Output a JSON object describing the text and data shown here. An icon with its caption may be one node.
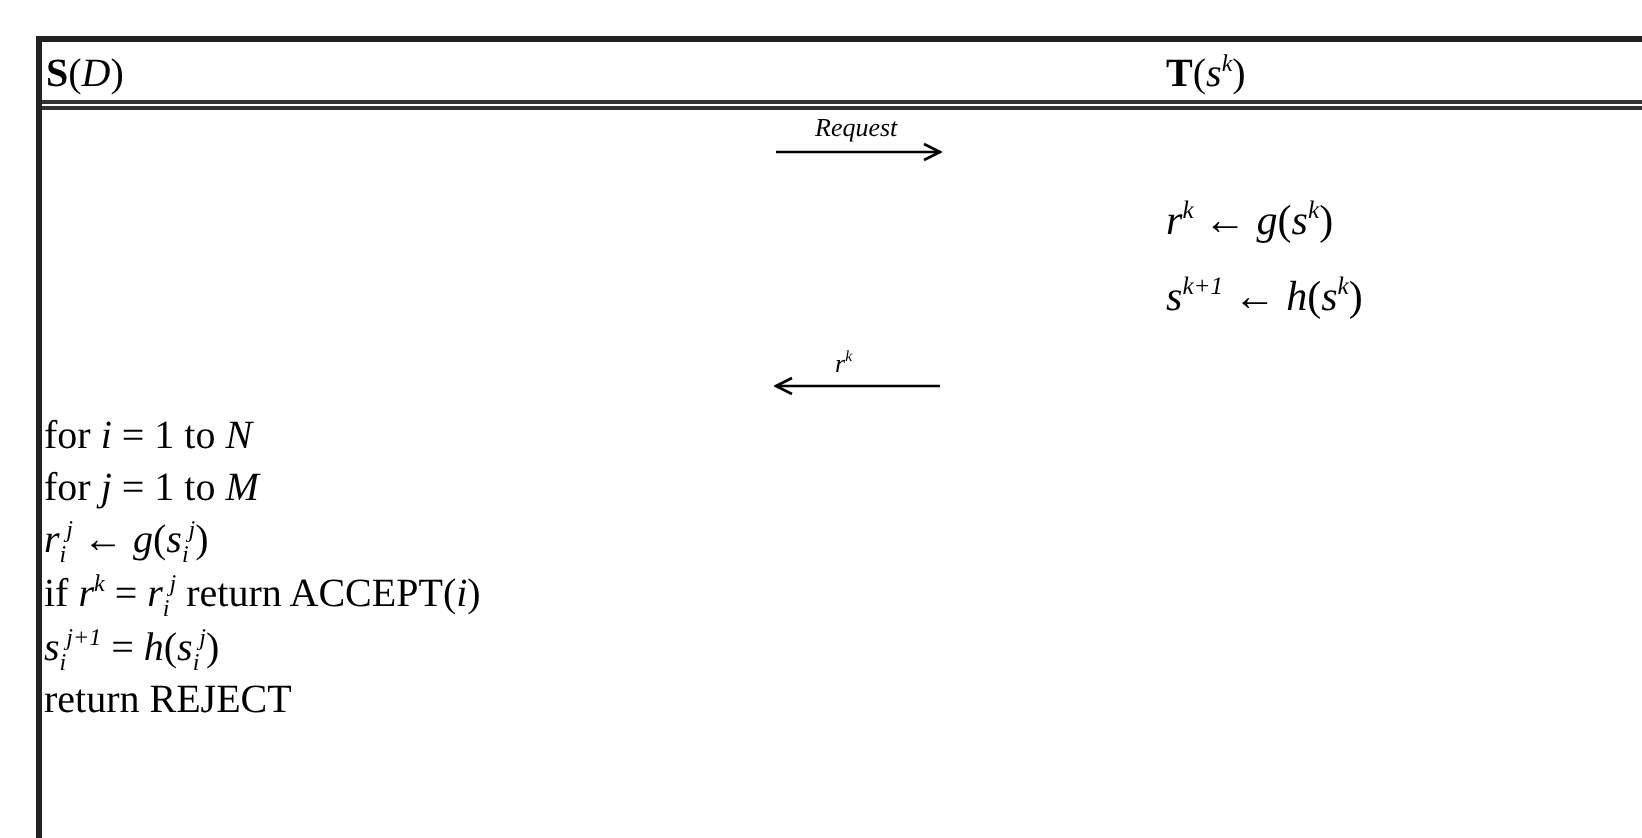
{
  "diagram": {
    "nodes": [
      {
        "text": [
          "**S**(*D*)"
        ]
      },
      {
        "text": [
          "**T**(*s*$^{k}$)"
        ]
      }
    ],
    "edges": [
      {
        "from": 0,
        "to": 1,
        "arrow": "to",
        "label": "Request"
      },
      {
        "from": 1,
        "to": 0,
        "arrow": "to",
        "label": "*r*$^{k}$"
      }
    ],
    "labels": [
      "*r*$^{k}$ ← *g*(*s*$^{k}$)",
      "*s*$^{k+1}$ ← *h*(*s*$^{k}$)",
      "for *i* = 1 to *N*",
      "for *j* = 1 to *M*",
      "*r*$_{i}$$^{j}$ ← *g*(*s*$_{i}$$^{j}$)",
      "if *r*$^{k}$ = *r*$_{i}$$^{j}$ return ACCEPT(*i*)",
      "*s*$_{i}$$^{j+1}$ = *h*(*s*$_{i}$$^{j}$)",
      "return REJECT"
    ]
  }
}
